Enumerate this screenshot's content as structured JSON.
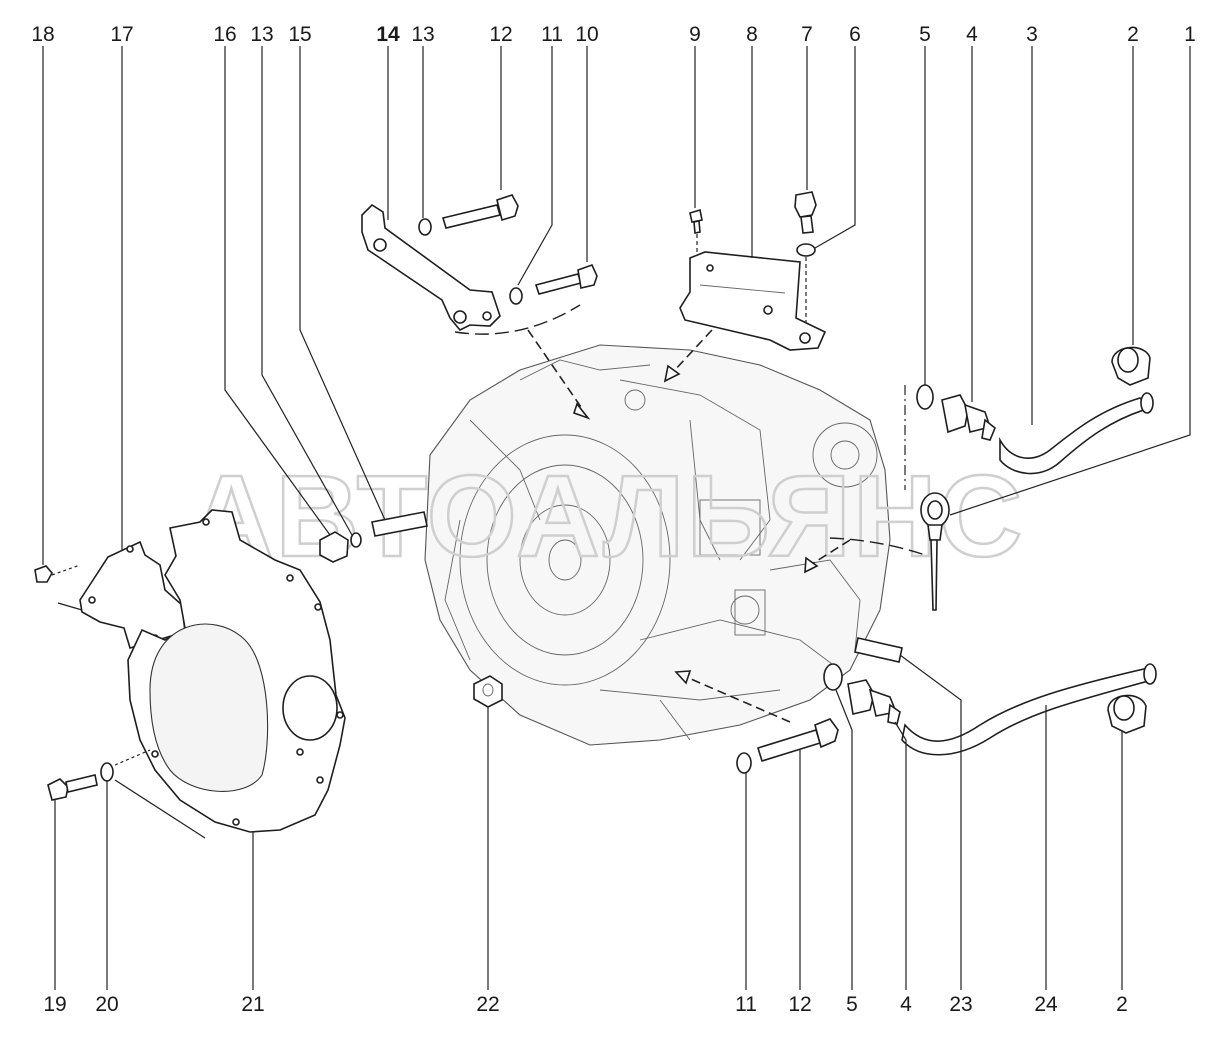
{
  "watermark": "АВТОАЛЬЯНС",
  "top_labels": [
    "18",
    "17",
    "16",
    "13",
    "15",
    "14",
    "13",
    "12",
    "11",
    "10",
    "9",
    "8",
    "7",
    "6",
    "5",
    "4",
    "3",
    "2",
    "1"
  ],
  "bottom_labels": [
    "19",
    "20",
    "21",
    "22",
    "11",
    "12",
    "5",
    "4",
    "23",
    "24",
    "2"
  ],
  "colors": {
    "line": "#1e1e1e",
    "watermark": "#cfcfcf",
    "background": "#ffffff"
  }
}
